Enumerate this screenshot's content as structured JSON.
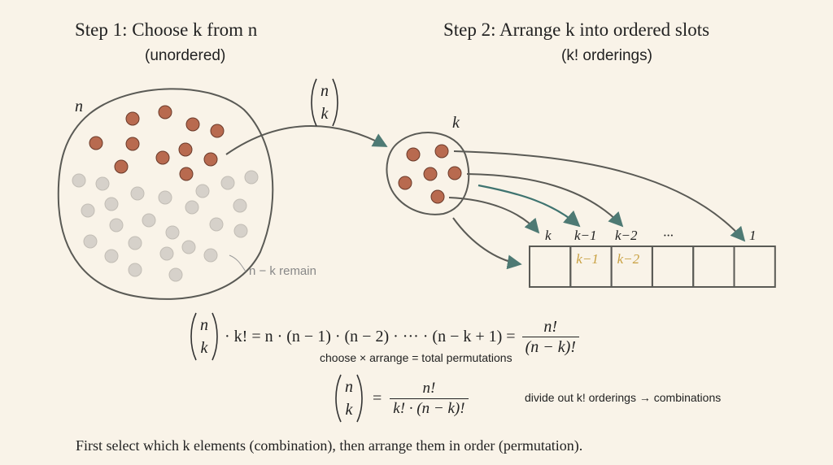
{
  "step1": {
    "title": "Step 1: Choose k from n",
    "subtitle": "(unordered)"
  },
  "step2": {
    "title": "Step 2: Arrange k into ordered slots",
    "subtitle": "(k! orderings)"
  },
  "labels": {
    "n": "n",
    "k": "k",
    "binom_top": "n",
    "binom_bottom": "k",
    "remain": "n − k remain"
  },
  "slots": {
    "top_labels": [
      "k",
      "k−1",
      "k−2",
      "···",
      "1"
    ],
    "cell_labels": [
      "",
      "k−1",
      "k−2",
      "",
      "",
      ""
    ]
  },
  "formula1": {
    "lhs": "· k! = n · (n − 1) · (n − 2) · ··· · (n − k + 1) =",
    "num": "n!",
    "den": "(n − k)!",
    "caption": "choose × arrange = total permutations"
  },
  "formula2": {
    "eq": "=",
    "num": "n!",
    "den": "k! · (n − k)!",
    "note": "divide out k! orderings → combinations"
  },
  "footer": "First select which k elements (combination), then arrange them in order (permutation).",
  "colors": {
    "background": "#f9f3e8",
    "selected": "#b86a4f",
    "remaining": "#d6d1ca",
    "arrow": "#4e7a74",
    "highlight": "#c8a040",
    "outline": "#5a5a55"
  }
}
